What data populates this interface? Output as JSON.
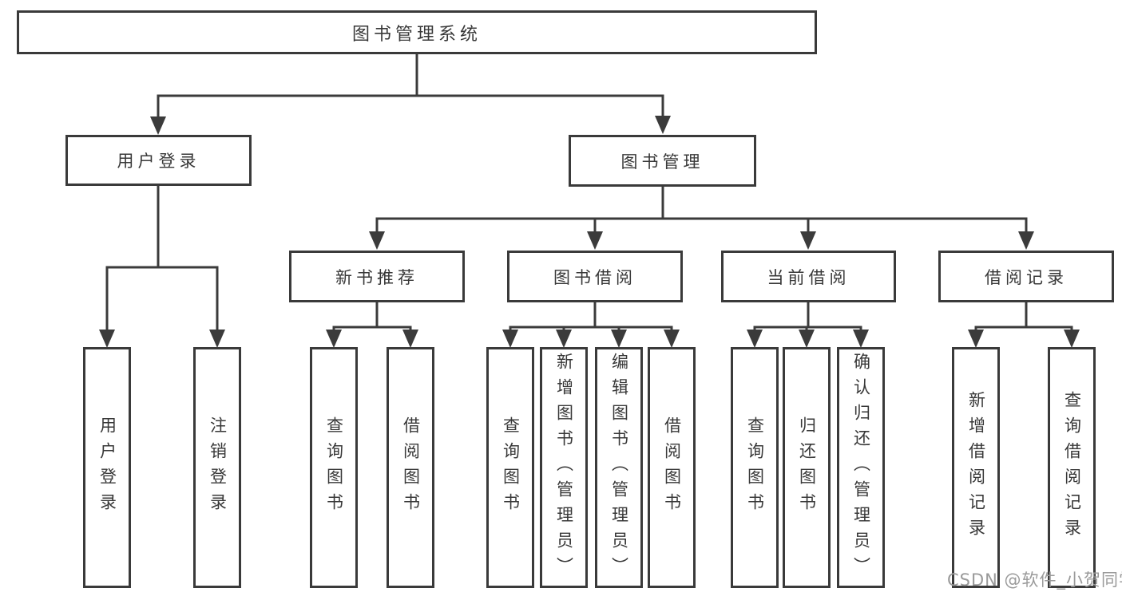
{
  "nodes": {
    "root": {
      "label": "图书管理系统"
    },
    "level2": [
      {
        "label": "用户登录"
      },
      {
        "label": "图书管理"
      }
    ],
    "level3": [
      {
        "label": "新书推荐"
      },
      {
        "label": "图书借阅"
      },
      {
        "label": "当前借阅"
      },
      {
        "label": "借阅记录"
      }
    ],
    "leaves": [
      {
        "label": "用户登录"
      },
      {
        "label": "注销登录"
      },
      {
        "label": "查询图书"
      },
      {
        "label": "借阅图书"
      },
      {
        "label": "查询图书"
      },
      {
        "label": "新增图书（管理员）"
      },
      {
        "label": "编辑图书（管理员）"
      },
      {
        "label": "借阅图书"
      },
      {
        "label": "查询图书"
      },
      {
        "label": "归还图书"
      },
      {
        "label": "确认归还（管理员）"
      },
      {
        "label": "新增借阅记录"
      },
      {
        "label": "查询借阅记录"
      }
    ]
  },
  "hierarchy": {
    "图书管理系统": {
      "用户登录": [
        "用户登录",
        "注销登录"
      ],
      "图书管理": {
        "新书推荐": [
          "查询图书",
          "借阅图书"
        ],
        "图书借阅": [
          "查询图书",
          "新增图书（管理员）",
          "编辑图书（管理员）",
          "借阅图书"
        ],
        "当前借阅": [
          "查询图书",
          "归还图书",
          "确认归还（管理员）"
        ],
        "借阅记录": [
          "新增借阅记录",
          "查询借阅记录"
        ]
      }
    }
  },
  "watermark": {
    "text": "CSDN @软件_小贺同学"
  },
  "colors": {
    "line": "#3b3b3b",
    "box_border": "#3a3a3a",
    "text": "#383838",
    "background": "#ffffff",
    "watermark": "#9a9a9a"
  }
}
